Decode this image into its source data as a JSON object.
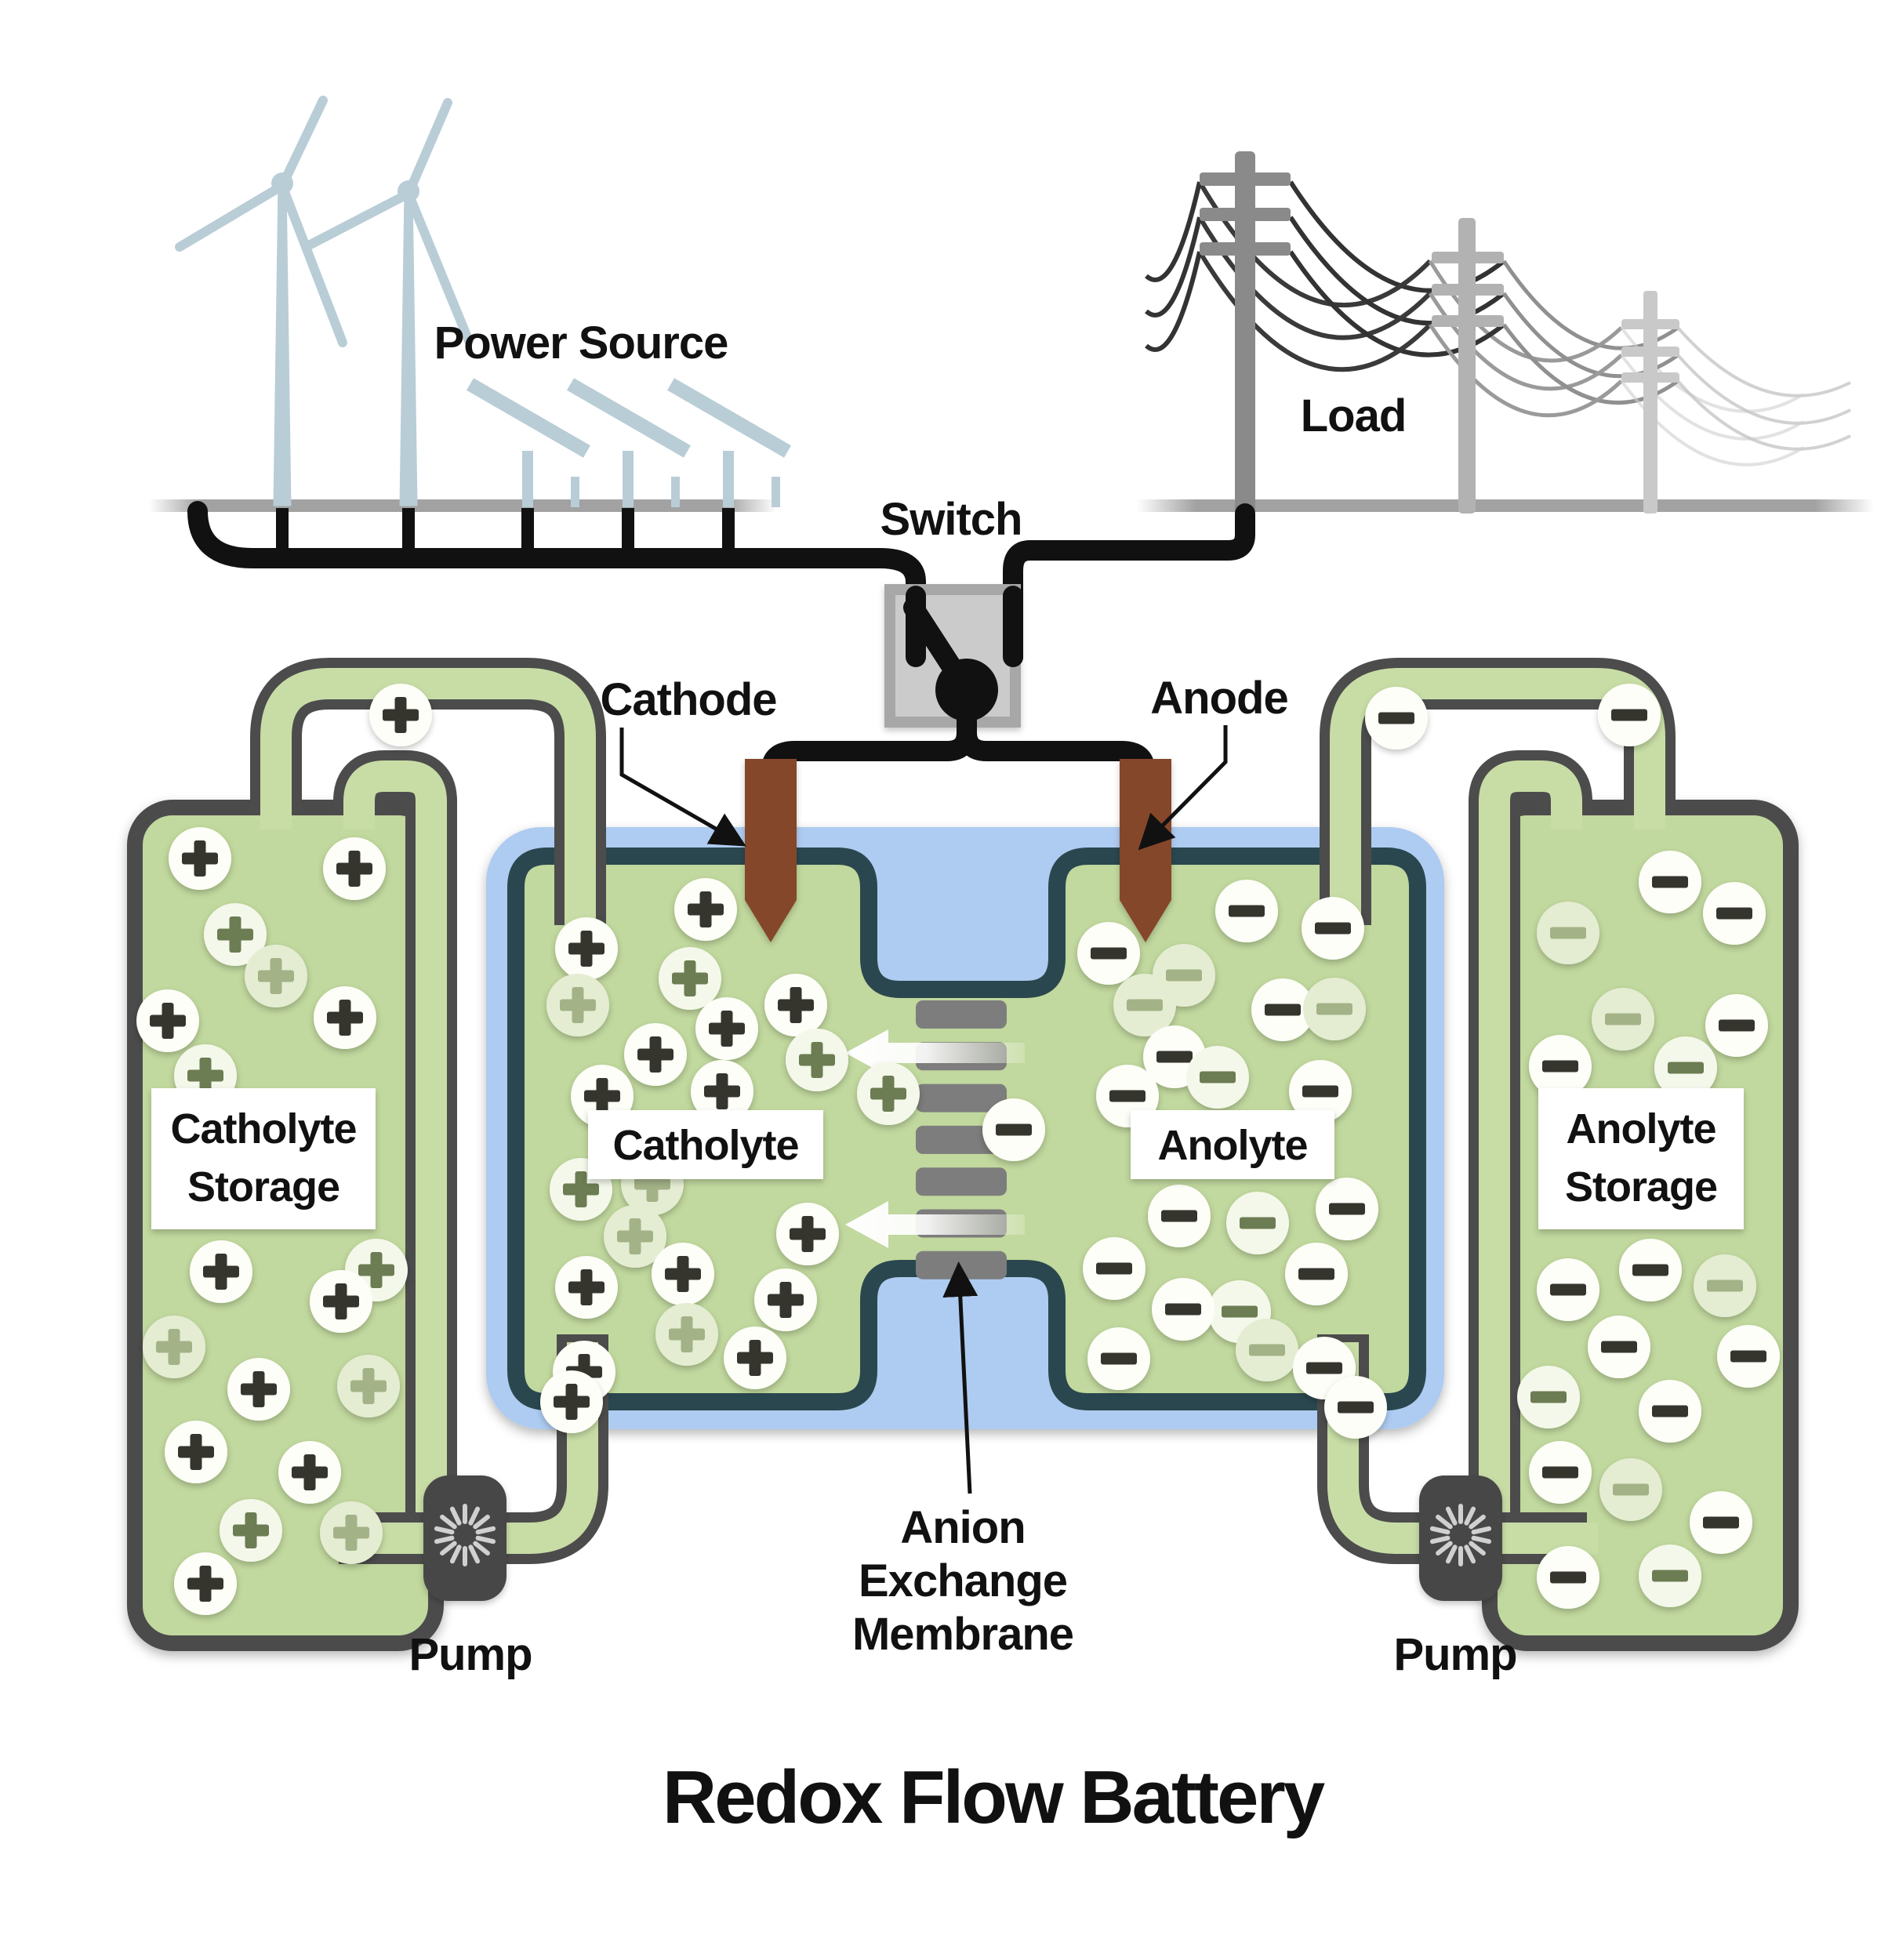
{
  "title": "Redox Flow Battery",
  "labels": {
    "power_source": "Power Source",
    "load": "Load",
    "switch": "Switch",
    "cathode": "Cathode",
    "anode": "Anode",
    "catholyte": "Catholyte",
    "anolyte": "Anolyte",
    "catholyte_storage_line1": "Catholyte",
    "catholyte_storage_line2": "Storage",
    "anolyte_storage_line1": "Anolyte",
    "anolyte_storage_line2": "Storage",
    "membrane_line1": "Anion",
    "membrane_line2": "Exchange",
    "membrane_line3": "Membrane",
    "pump_left": "Pump",
    "pump_right": "Pump"
  },
  "colors": {
    "electrolyte_green": "#c1d89e",
    "pipe_green": "#c8dda6",
    "cell_blue": "#aecbf1",
    "chamber_border_teal": "#2b474f",
    "pipe_dark": "#4c4c4c",
    "pump_dark": "#474747",
    "electrode_brown": "#854629",
    "membrane_gray": "#7d7d7d",
    "wire_black": "#111111",
    "renewables_bluegray": "#b9cdd6",
    "ground_gray": "#a2a2a2",
    "pole_near": "#8a8a8a",
    "pole_mid": "#b2b2b2",
    "pole_far": "#c9c9c9",
    "switch_outer": "#a7a7a7",
    "switch_inner": "#cbcbcb",
    "ion_solid_circle": "#fdfef8",
    "ion_solid_symbol": "#35352f",
    "ion_mid_circle": "#f4f8ea",
    "ion_mid_symbol": "#6c7b52",
    "ion_faded_circle": "#e4edd2",
    "ion_faded_symbol": "#a3b287"
  },
  "ions": {
    "left_tank": {
      "sign": "+",
      "items": [
        [
          255,
          1095,
          "s"
        ],
        [
          452,
          1108,
          "s"
        ],
        [
          300,
          1192,
          "m"
        ],
        [
          214,
          1302,
          "s"
        ],
        [
          440,
          1298,
          "s"
        ],
        [
          352,
          1245,
          "f"
        ],
        [
          262,
          1372,
          "m"
        ],
        [
          480,
          1620,
          "m"
        ],
        [
          282,
          1622,
          "s"
        ],
        [
          435,
          1660,
          "s"
        ],
        [
          222,
          1718,
          "f"
        ],
        [
          330,
          1772,
          "s"
        ],
        [
          470,
          1768,
          "f"
        ],
        [
          250,
          1852,
          "s"
        ],
        [
          395,
          1878,
          "s"
        ],
        [
          320,
          1952,
          "m"
        ],
        [
          262,
          2020,
          "s"
        ],
        [
          448,
          1955,
          "f"
        ]
      ]
    },
    "catholyte_cell": {
      "sign": "+",
      "items": [
        [
          900,
          1160,
          "s"
        ],
        [
          748,
          1210,
          "s"
        ],
        [
          880,
          1248,
          "m"
        ],
        [
          737,
          1282,
          "f"
        ],
        [
          1015,
          1282,
          "s"
        ],
        [
          927,
          1312,
          "s"
        ],
        [
          836,
          1345,
          "s"
        ],
        [
          1042,
          1352,
          "m"
        ],
        [
          768,
          1398,
          "s"
        ],
        [
          921,
          1392,
          "s"
        ],
        [
          1133,
          1395,
          "m"
        ],
        [
          832,
          1510,
          "f"
        ],
        [
          741,
          1517,
          "m"
        ],
        [
          1030,
          1574,
          "s"
        ],
        [
          810,
          1577,
          "f"
        ],
        [
          871,
          1625,
          "s"
        ],
        [
          748,
          1642,
          "s"
        ],
        [
          1002,
          1658,
          "s"
        ],
        [
          876,
          1702,
          "f"
        ],
        [
          963,
          1732,
          "s"
        ],
        [
          745,
          1750,
          "s"
        ]
      ]
    },
    "anolyte_cell": {
      "sign": "-",
      "items": [
        [
          1414,
          1216,
          "s"
        ],
        [
          1590,
          1162,
          "s"
        ],
        [
          1700,
          1184,
          "s"
        ],
        [
          1510,
          1244,
          "f"
        ],
        [
          1636,
          1288,
          "s"
        ],
        [
          1702,
          1287,
          "f"
        ],
        [
          1460,
          1282,
          "f"
        ],
        [
          1498,
          1348,
          "s"
        ],
        [
          1553,
          1374,
          "m"
        ],
        [
          1684,
          1392,
          "s"
        ],
        [
          1438,
          1398,
          "s"
        ],
        [
          1293,
          1441,
          "s"
        ],
        [
          1504,
          1551,
          "s"
        ],
        [
          1604,
          1560,
          "m"
        ],
        [
          1718,
          1542,
          "s"
        ],
        [
          1421,
          1618,
          "s"
        ],
        [
          1581,
          1673,
          "m"
        ],
        [
          1509,
          1670,
          "s"
        ],
        [
          1679,
          1625,
          "s"
        ],
        [
          1427,
          1733,
          "s"
        ],
        [
          1616,
          1722,
          "f"
        ],
        [
          1689,
          1745,
          "s"
        ]
      ]
    },
    "right_tank": {
      "sign": "-",
      "items": [
        [
          2130,
          1125,
          "s"
        ],
        [
          2212,
          1165,
          "s"
        ],
        [
          2000,
          1190,
          "f"
        ],
        [
          2215,
          1308,
          "s"
        ],
        [
          2070,
          1300,
          "f"
        ],
        [
          1990,
          1360,
          "s"
        ],
        [
          2150,
          1362,
          "m"
        ],
        [
          2105,
          1620,
          "s"
        ],
        [
          2000,
          1645,
          "s"
        ],
        [
          2200,
          1640,
          "f"
        ],
        [
          2065,
          1718,
          "s"
        ],
        [
          2230,
          1730,
          "s"
        ],
        [
          1975,
          1782,
          "m"
        ],
        [
          2130,
          1800,
          "s"
        ],
        [
          1990,
          1878,
          "s"
        ],
        [
          2080,
          1900,
          "f"
        ],
        [
          2195,
          1942,
          "s"
        ],
        [
          2000,
          2012,
          "s"
        ],
        [
          2130,
          2010,
          "m"
        ]
      ]
    },
    "on_pipes": {
      "items": [
        [
          511,
          912,
          "s",
          "+"
        ],
        [
          729,
          1788,
          "s",
          "+"
        ],
        [
          1781,
          916,
          "s",
          "-"
        ],
        [
          2078,
          912,
          "s",
          "-"
        ],
        [
          1729,
          1795,
          "s",
          "-"
        ]
      ]
    }
  },
  "membrane": {
    "segments": 7,
    "arrow_count": 2,
    "arrow_direction": "left"
  }
}
